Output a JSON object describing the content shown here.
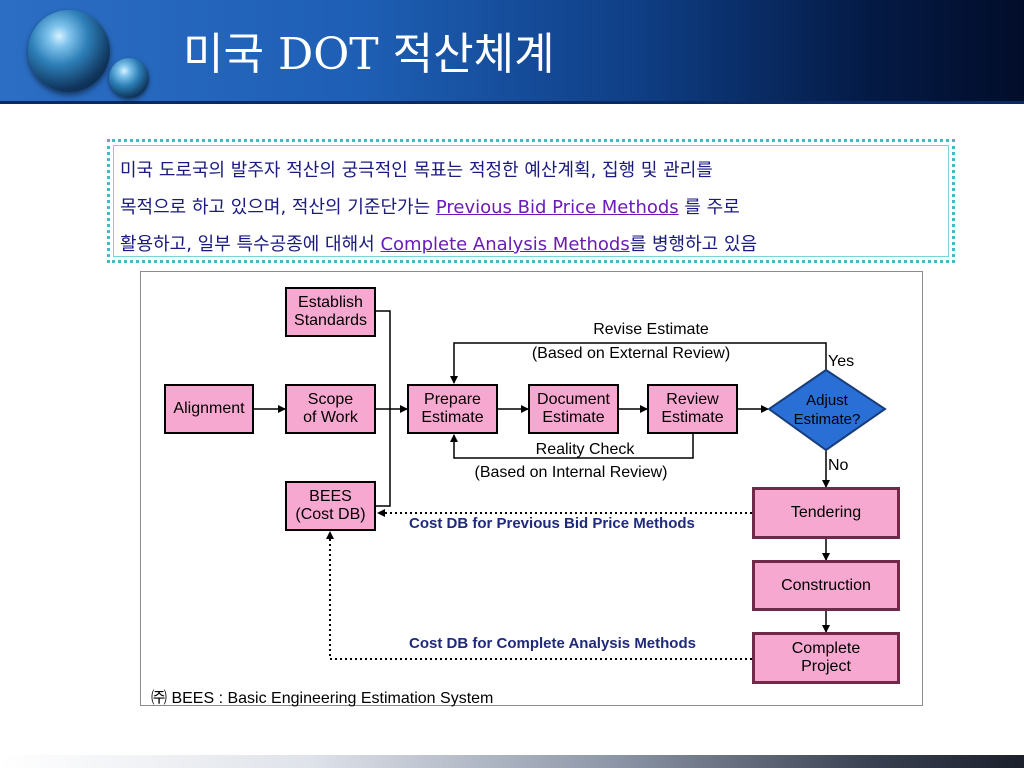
{
  "title": "미국 DOT 적산체계",
  "intro": {
    "line1": "미국 도로국의 발주자 적산의 궁극적인 목표는 적정한 예산계획, 집행 및 관리를",
    "line2_pre": "목적으로 하고 있으며,  적산의 기준단가는 ",
    "line2_link": "Previous Bid Price Methods",
    "line2_post": " 를 주로",
    "line3_pre": "활용하고, 일부 특수공종에 대해서 ",
    "line3_link": "Complete Analysis Methods",
    "line3_post": "를 병행하고 있음"
  },
  "diagram": {
    "establish": [
      "Establish",
      "Standards"
    ],
    "alignment": "Alignment",
    "scope": [
      "Scope",
      "of Work"
    ],
    "bees": [
      "BEES",
      "(Cost DB)"
    ],
    "prepare": [
      "Prepare",
      "Estimate"
    ],
    "document": [
      "Document",
      "Estimate"
    ],
    "review": [
      "Review",
      "Estimate"
    ],
    "adjust": [
      "Adjust",
      "Estimate?"
    ],
    "tendering": "Tendering",
    "construction": "Construction",
    "complete": [
      "Complete",
      "Project"
    ],
    "revise": "Revise Estimate",
    "external": "(Based on External Review)",
    "reality": "Reality Check",
    "internal": "(Based on Internal Review)",
    "yes": "Yes",
    "no": "No",
    "cost_prev": "Cost DB for Previous Bid Price Methods",
    "cost_complete": "Cost DB for Complete Analysis Methods",
    "note": "㈜ BEES : Basic Engineering Estimation System"
  },
  "colors": {
    "box_fill": "#f7a8d0",
    "diamond_fill": "#2a6fd6",
    "cost_label": "#1f2a7a",
    "intro_text": "#1a1a80",
    "link": "#6b1bb8"
  }
}
